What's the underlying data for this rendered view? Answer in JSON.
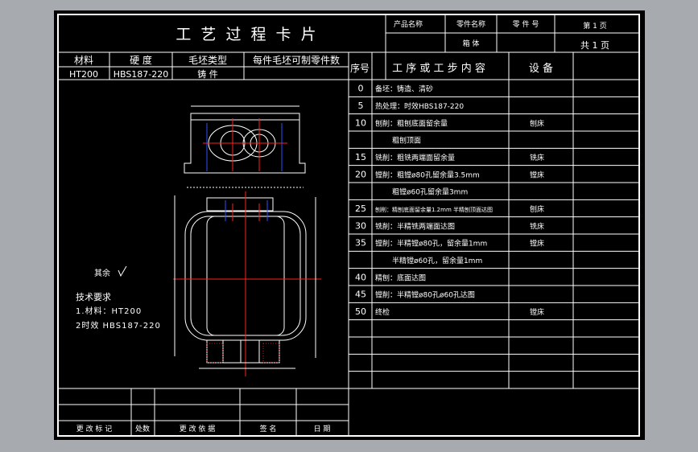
{
  "title": "工 艺 过 程 卡 片",
  "header": {
    "product_name_label": "产品名称",
    "part_name_label": "零件名称",
    "part_no_label": "零 件 号",
    "part_name_value": "箱 体",
    "sheet_label": "第 1 页",
    "total_label": "共 1 页"
  },
  "material_table": {
    "headers": [
      "材料",
      "硬 度",
      "毛坯类型",
      "每件毛坯可制零件数"
    ],
    "values": [
      "HT200",
      "HBS187-220",
      "铸 件",
      ""
    ]
  },
  "process_table": {
    "headers": [
      "序号",
      "工 序 或 工 步 内 容",
      "设 备"
    ],
    "rows": [
      {
        "no": "0",
        "content": "备坯：铸造、清砂",
        "equip": ""
      },
      {
        "no": "5",
        "content": "热处理：时效HBS187-220",
        "equip": ""
      },
      {
        "no": "10",
        "content": "刨削：粗刨底面留余量",
        "equip": "刨床"
      },
      {
        "no": "",
        "content": "粗刨顶面",
        "equip": ""
      },
      {
        "no": "15",
        "content": "铣削：粗铣两端面留余量",
        "equip": "铣床"
      },
      {
        "no": "20",
        "content": "镗削：粗镗ø80孔留余量3.5mm",
        "equip": "镗床"
      },
      {
        "no": "",
        "content": "粗镗ø60孔留余量3mm",
        "equip": ""
      },
      {
        "no": "25",
        "content": "刨削：精刨底面留余量1.2mm 半精刨顶面达图",
        "equip": "刨床"
      },
      {
        "no": "30",
        "content": "铣削：半精铣两端面达图",
        "equip": "铣床"
      },
      {
        "no": "35",
        "content": "镗削：半精镗ø80孔，留余量1mm",
        "equip": "镗床"
      },
      {
        "no": "",
        "content": "半精镗ø60孔，留余量1mm",
        "equip": ""
      },
      {
        "no": "40",
        "content": "精刨：底面达图",
        "equip": ""
      },
      {
        "no": "45",
        "content": "镗削：半精镗ø80孔ø60孔达图",
        "equip": ""
      },
      {
        "no": "50",
        "content": "终检",
        "equip": "镗床"
      },
      {
        "no": "",
        "content": "",
        "equip": ""
      },
      {
        "no": "",
        "content": "",
        "equip": ""
      },
      {
        "no": "",
        "content": "",
        "equip": ""
      },
      {
        "no": "",
        "content": "",
        "equip": ""
      }
    ]
  },
  "drawing": {
    "roughness_note": "其余",
    "tech_title": "技术要求",
    "tech_line1": "1.材料：HT200",
    "tech_line2": "2时效 HBS187-220"
  },
  "footer": {
    "labels": [
      "更 改 标 记",
      "处数",
      "更 改 依 据",
      "签  名",
      "日  期"
    ]
  },
  "colors": {
    "background": "#000000",
    "frame": "#a7aaae",
    "line": "#ffffff",
    "dimension_red": "#ff2020",
    "hidden_blue": "#3050ff"
  }
}
